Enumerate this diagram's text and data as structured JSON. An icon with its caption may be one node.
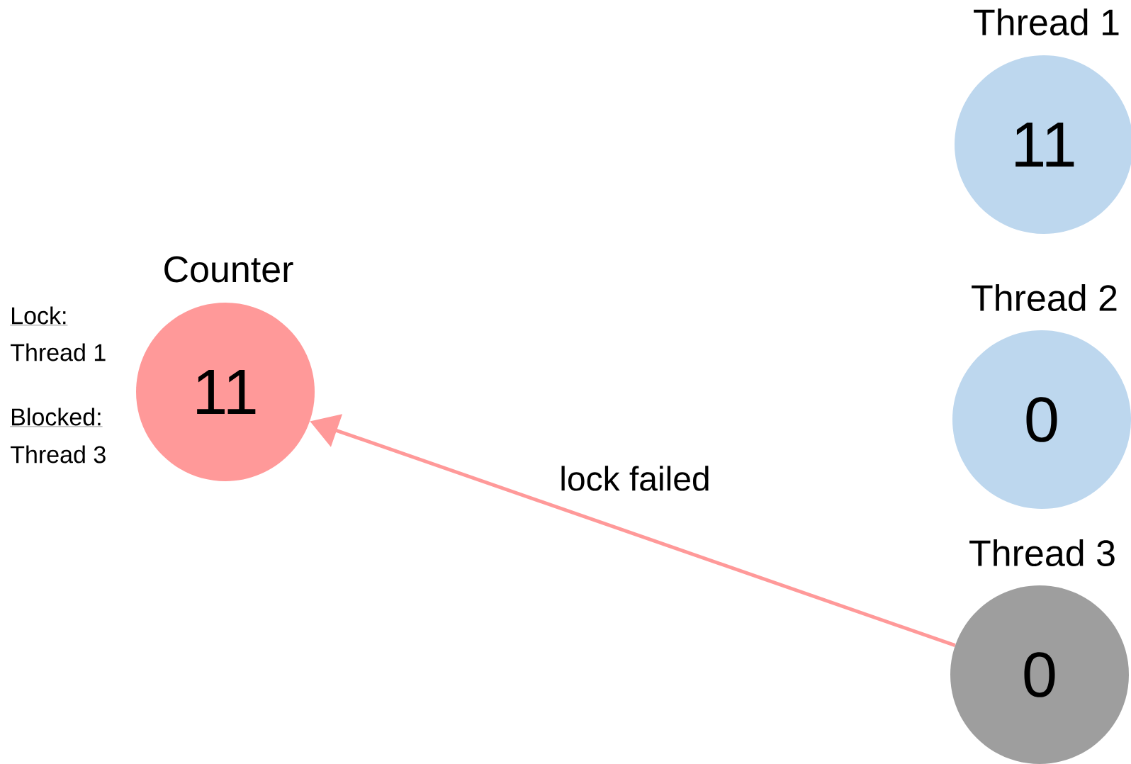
{
  "diagram": {
    "nodes": [
      {
        "text": [
          "Counter",
          "11"
        ]
      },
      {
        "text": [
          "Thread 1",
          "11"
        ]
      },
      {
        "text": [
          "Thread 2",
          "0"
        ]
      },
      {
        "text": [
          "Thread 3",
          "0"
        ]
      }
    ],
    "edges": [
      {
        "from": 3,
        "to": 0,
        "arrow": "to",
        "label": "lock failed",
        "color": "#ff9999"
      }
    ],
    "labels": [
      "Lock:",
      "Thread 1",
      "Blocked:",
      "Thread 3"
    ]
  }
}
